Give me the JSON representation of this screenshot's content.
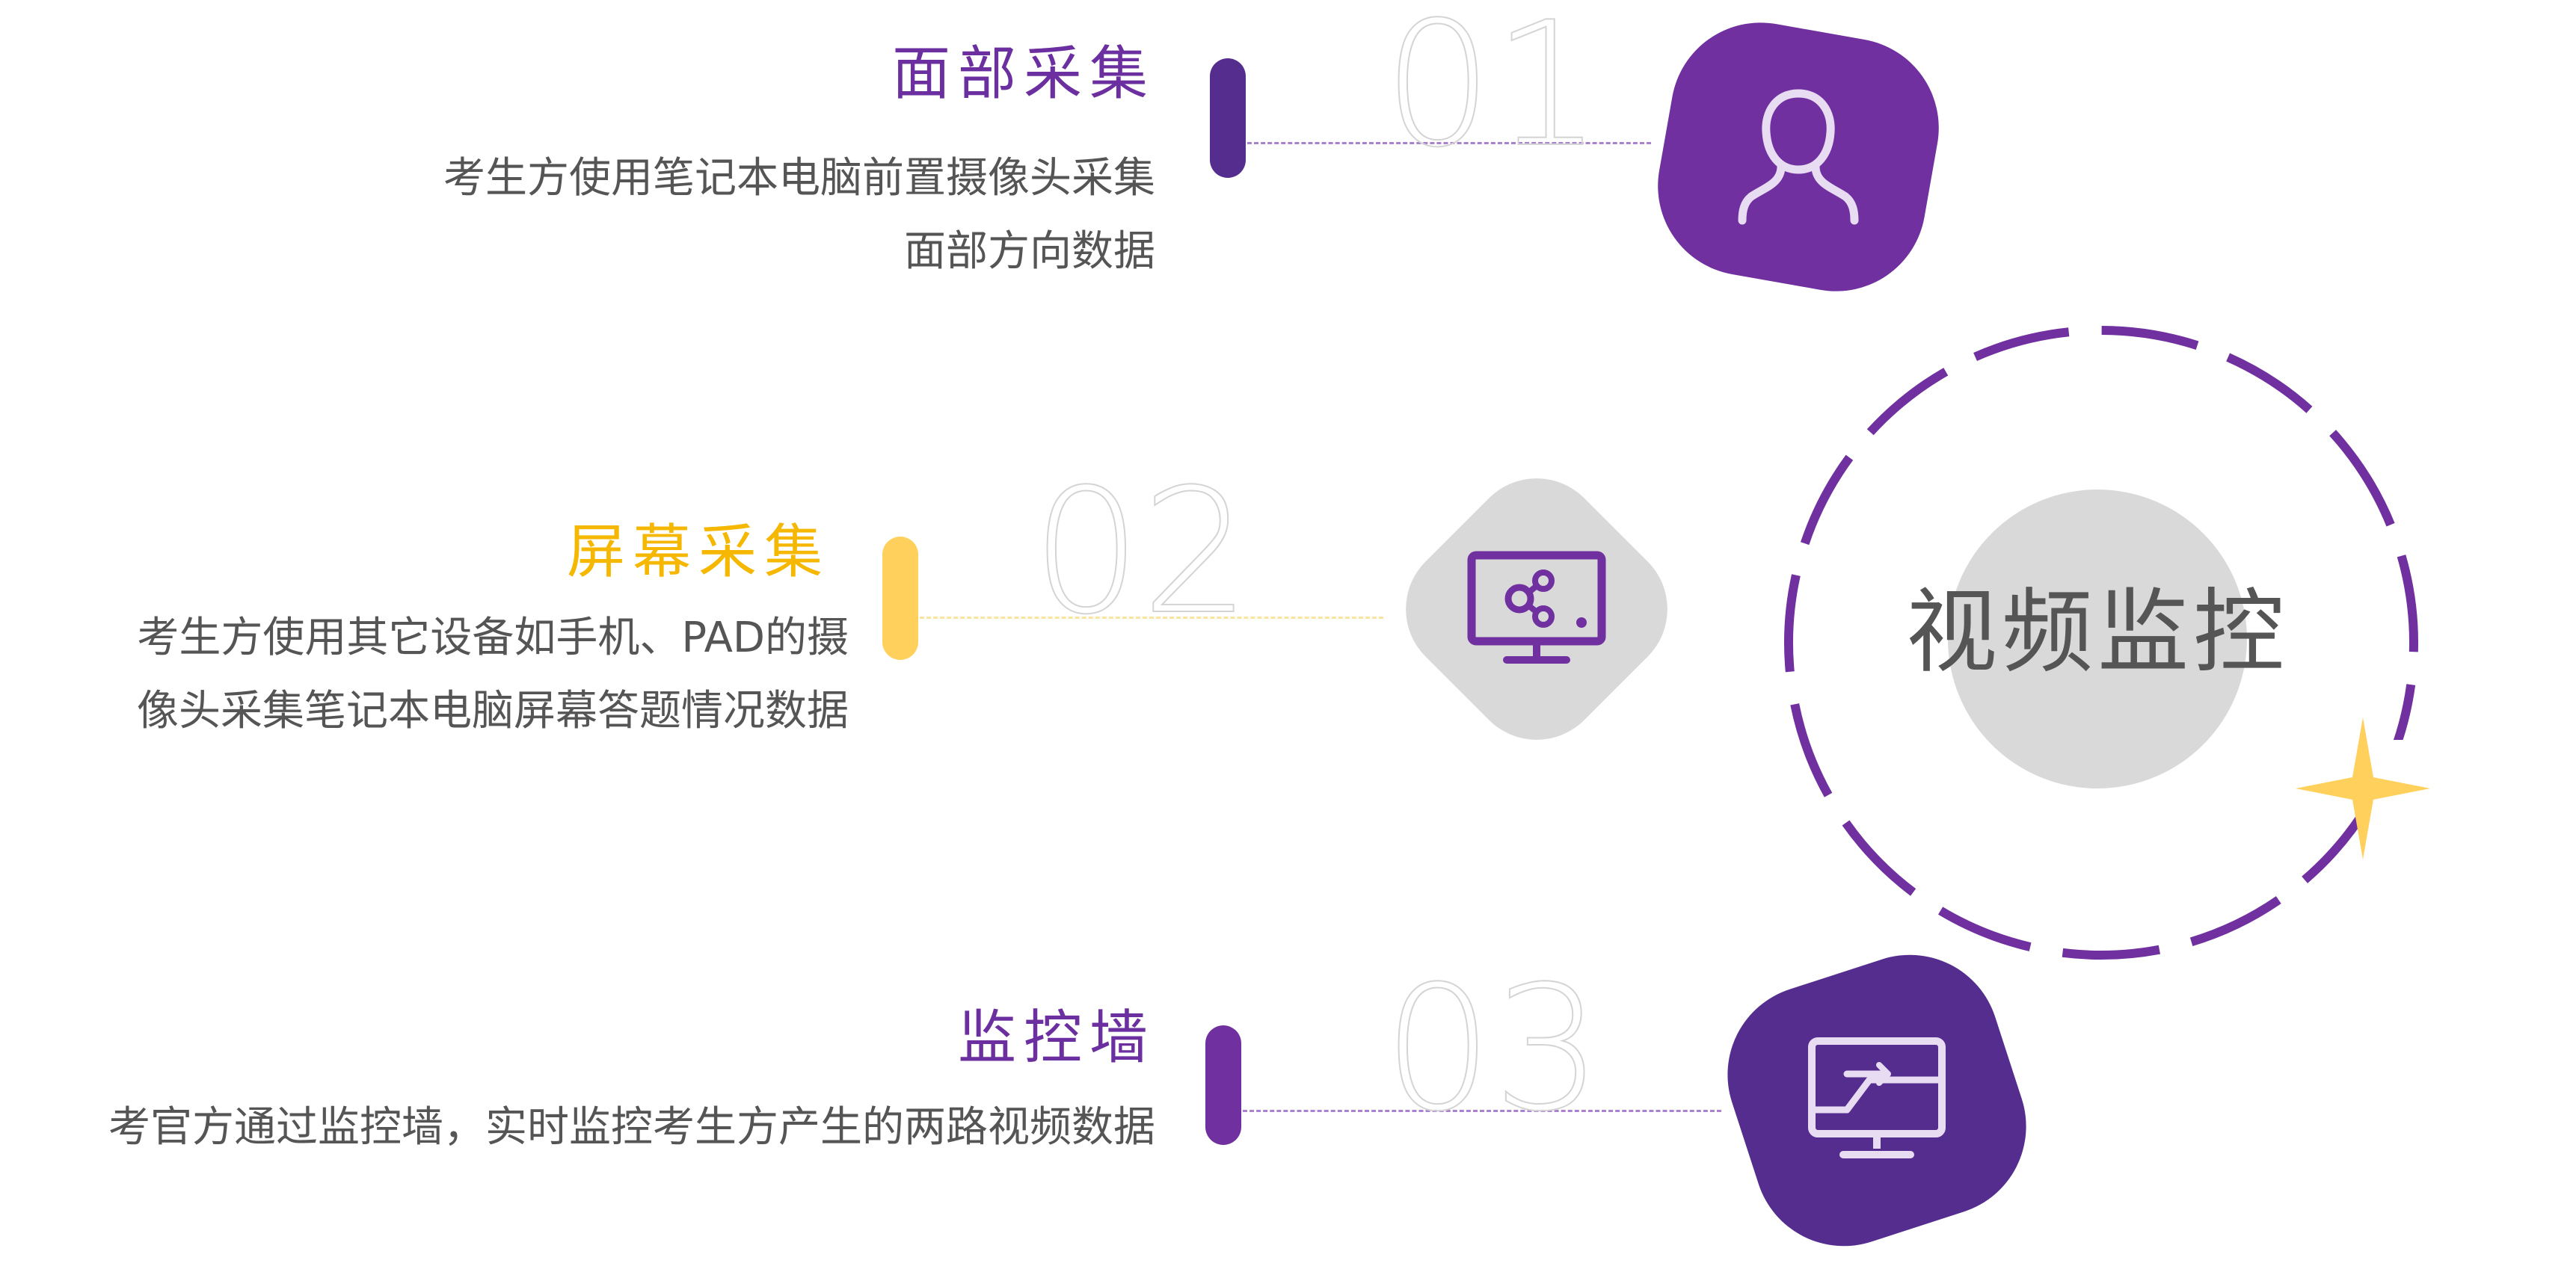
{
  "items": [
    {
      "number": "01",
      "title": "面部采集",
      "lines": [
        "考生方使用笔记本电脑前置摄像头采集",
        "面部方向数据"
      ]
    },
    {
      "number": "02",
      "title": "屏幕采集",
      "lines": [
        "考生方使用其它设备如手机、PAD的摄",
        "像头采集笔记本电脑屏幕答题情况数据"
      ]
    },
    {
      "number": "03",
      "title": "监控墙",
      "lines": [
        "考官方通过监控墙，实时监控考生方产生的两路视频数据"
      ]
    }
  ],
  "center": {
    "label": "视频监控"
  },
  "icons": {
    "item1": "person-icon",
    "item2": "monitor-share-icon",
    "item3": "monitor-wall-icon",
    "sparkle": "sparkle-star-icon"
  },
  "colors": {
    "purple": "#7030a0",
    "deep_purple": "#552d8f",
    "yellow": "#ffd15c",
    "gray": "#d9d9d9",
    "text": "#555555"
  }
}
